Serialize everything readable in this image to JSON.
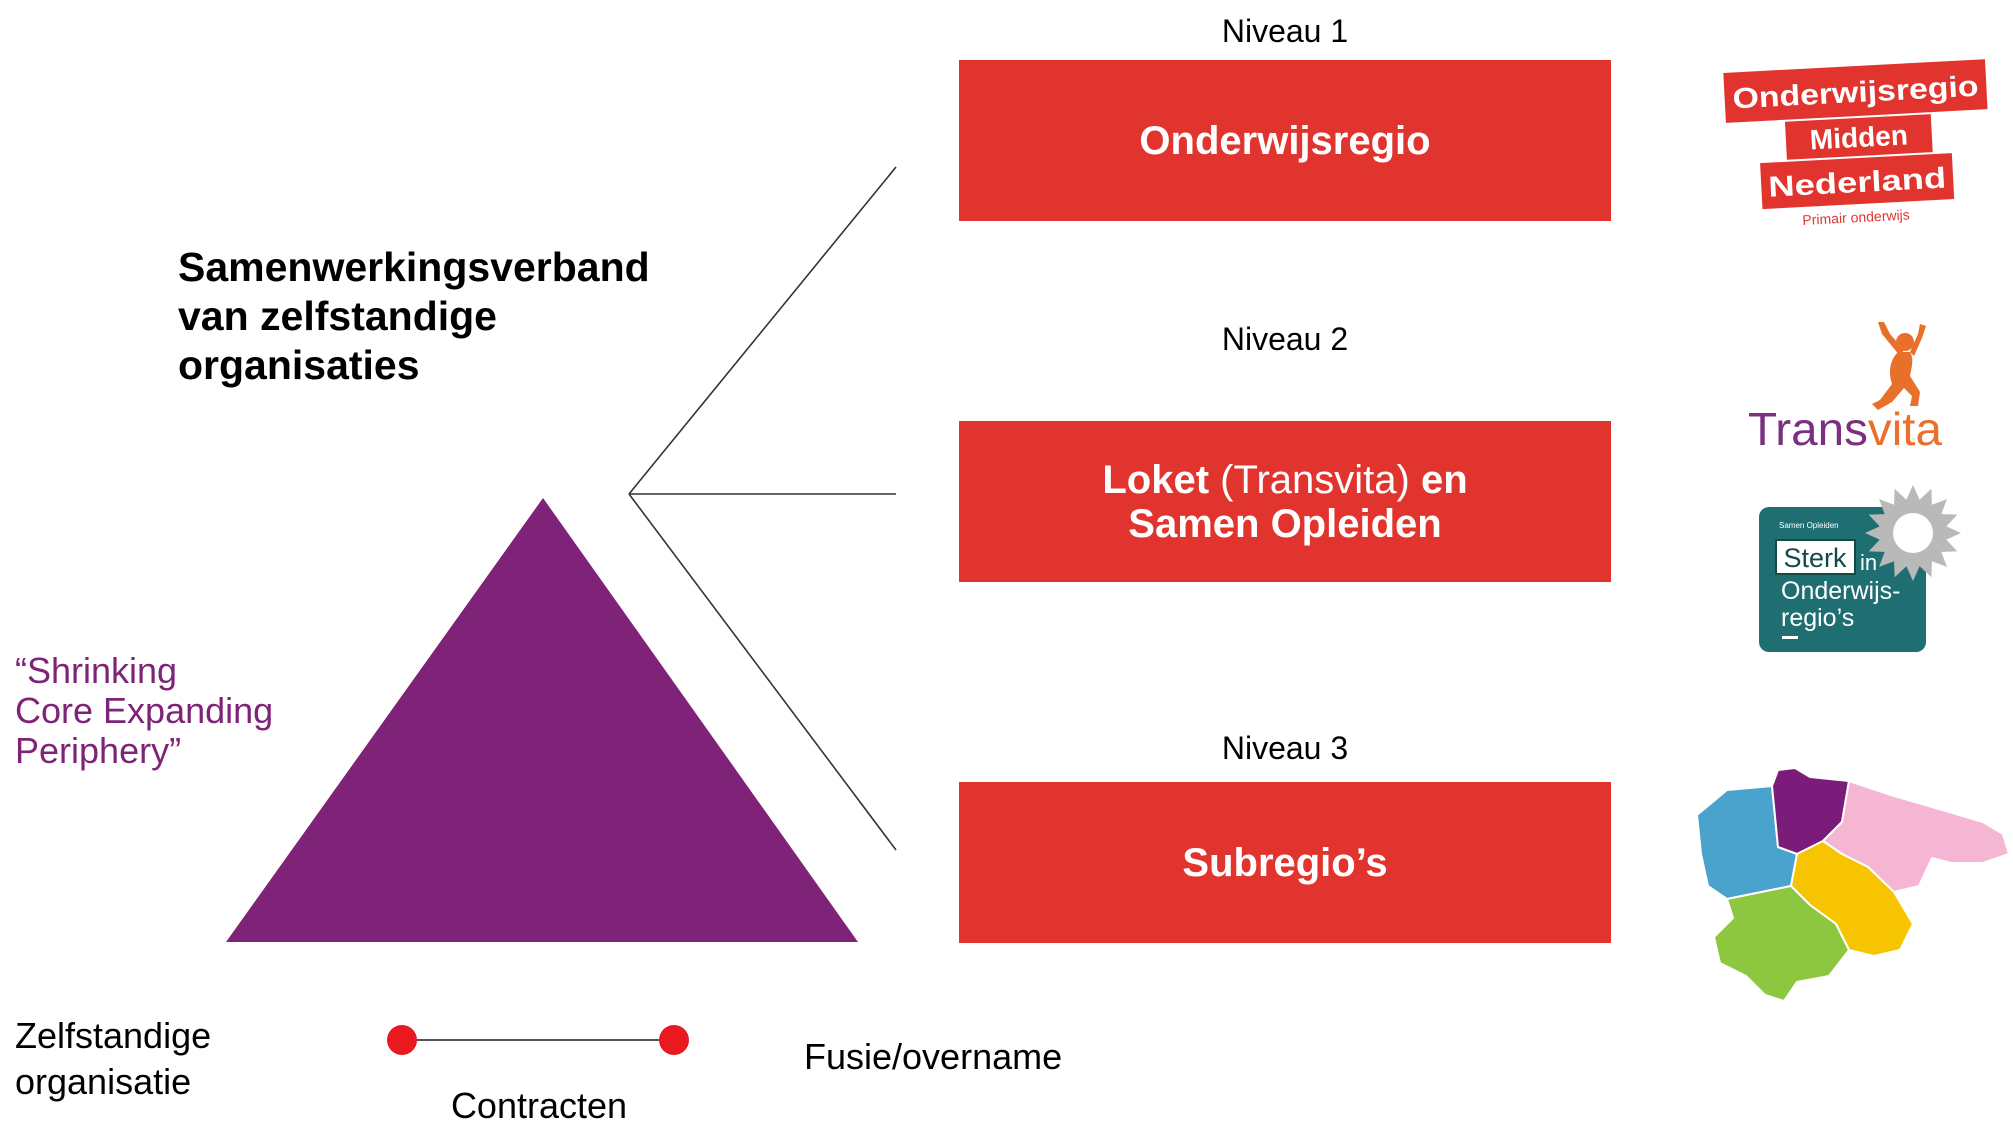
{
  "colors": {
    "box_red": "#e2342f",
    "triangle_purple": "#7f2378",
    "quote_purple": "#7f2378",
    "dot_red": "#e8191f",
    "connector": "#333333",
    "logo_red": "#e2342f",
    "transvita_purple": "#7a2f80",
    "transvita_orange": "#e8702a",
    "sterk_teal": "#1f6f72",
    "sterk_badge": "#b9b9b9",
    "map_blue": "#4aa3cc",
    "map_purple": "#7b1c7a",
    "map_pink": "#f5b6d4",
    "map_yellow": "#f6c400",
    "map_green": "#8dc63f"
  },
  "heading": {
    "lines": [
      "Samenwerkingsverband",
      "van zelfstandige",
      "organisaties"
    ]
  },
  "quote": {
    "lines": [
      "“Shrinking",
      "Core Expanding",
      "Periphery”"
    ]
  },
  "levels": [
    {
      "label": "Niveau 1",
      "box": {
        "text": "Onderwijsregio"
      }
    },
    {
      "label": "Niveau 2",
      "box": {
        "line1_bold_a": "Loket",
        "line1_normal": "(Transvita)",
        "line1_bold_b": "en",
        "line2": "Samen Opleiden"
      }
    },
    {
      "label": "Niveau 3",
      "box": {
        "text": "Subregio’s"
      }
    }
  ],
  "legend": {
    "organisation_lines": [
      "Zelfstandige",
      "organisatie"
    ],
    "contracts": "Contracten",
    "merger": "Fusie/overname"
  },
  "logos": {
    "onderwijsregio": {
      "lines": [
        "Onderwijsregio",
        "Midden",
        "Nederland"
      ],
      "sub": "Primair onderwijs"
    },
    "transvita": {
      "part1": "Trans",
      "part2": "vita"
    },
    "sterk": {
      "top": "Samen Opleiden",
      "word": "Sterk",
      "in": "in",
      "line1": "Onderwijs-",
      "line2": "regio’s"
    },
    "map": {
      "icon": "region-map"
    }
  }
}
